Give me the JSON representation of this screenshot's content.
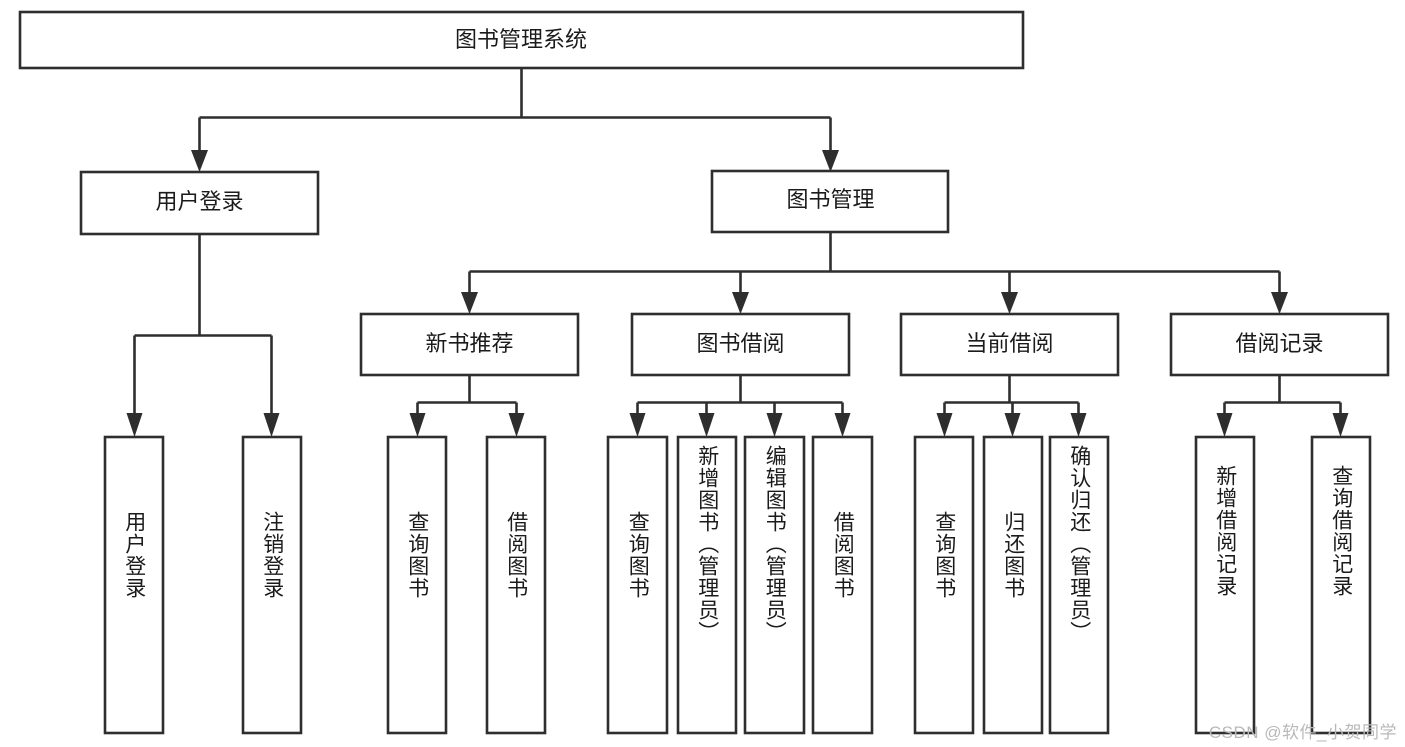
{
  "diagram": {
    "type": "tree-hierarchy",
    "title": "图书管理系统",
    "orientation": "top-down",
    "colors": {
      "box_stroke": "#2e2e2e",
      "box_fill": "#ffffff",
      "connector": "#2e2e2e",
      "text": "#1b1b1b",
      "background": "#ffffff",
      "watermark": "#b9b9b9"
    }
  },
  "root": {
    "label": "图书管理系统"
  },
  "level2": [
    {
      "label": "用户登录"
    },
    {
      "label": "图书管理"
    }
  ],
  "level3": [
    {
      "label": "新书推荐"
    },
    {
      "label": "图书借阅"
    },
    {
      "label": "当前借阅"
    },
    {
      "label": "借阅记录"
    }
  ],
  "leaves": {
    "user_login": [
      {
        "label": "用户登录"
      },
      {
        "label": "注销登录"
      }
    ],
    "new_book_recommend": [
      {
        "label": "查询图书"
      },
      {
        "label": "借阅图书"
      }
    ],
    "book_borrow": [
      {
        "label": "查询图书"
      },
      {
        "label": "新增图书（管理员）"
      },
      {
        "label": "编辑图书（管理员）"
      },
      {
        "label": "借阅图书"
      }
    ],
    "current_borrow": [
      {
        "label": "查询图书"
      },
      {
        "label": "归还图书"
      },
      {
        "label": "确认归还（管理员）"
      }
    ],
    "borrow_record": [
      {
        "label": "新增借阅记录"
      },
      {
        "label": "查询借阅记录"
      }
    ]
  },
  "watermark": {
    "text": "CSDN @软件_小贺同学"
  }
}
